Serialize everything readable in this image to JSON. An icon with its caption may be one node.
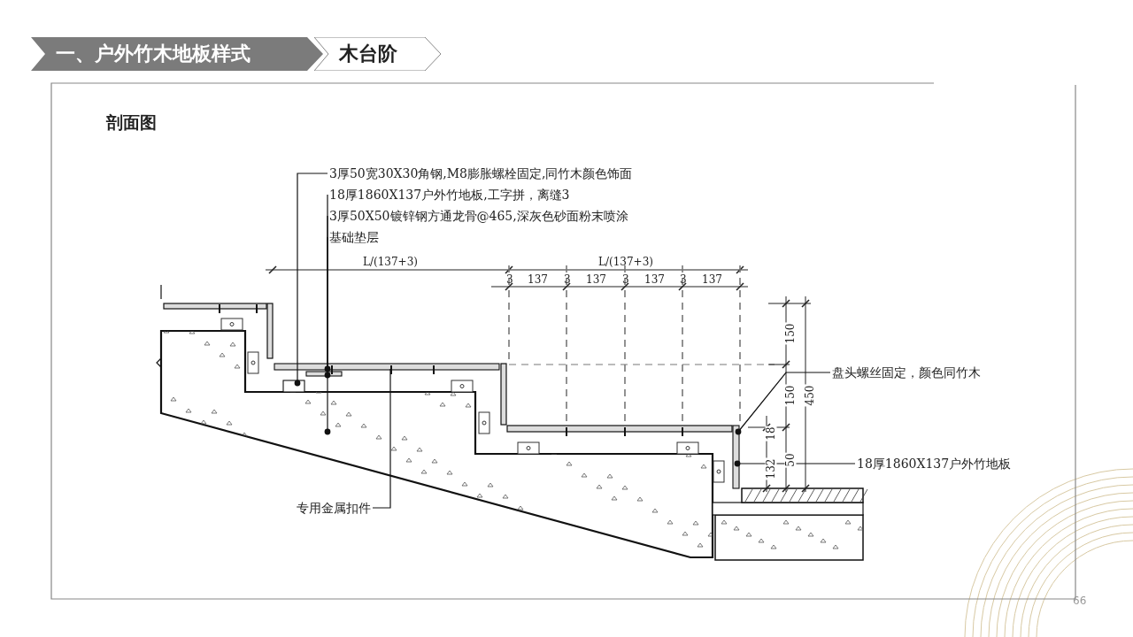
{
  "diagram": {
    "title": "剖面图",
    "nodes": [
      {
        "text": [
          "一、户外竹木地板样式"
        ]
      },
      {
        "text": [
          "木台阶"
        ]
      },
      {
        "text": [
          "3厚50宽30X30角钢,M8膨胀螺栓固定,同竹木颜色饰面"
        ]
      },
      {
        "text": [
          "18厚1860X137户外竹地板,工字拼，离缝3"
        ]
      },
      {
        "text": [
          "3厚50X50镀锌钢方通龙骨@465,深灰色砂面粉末喷涂"
        ]
      },
      {
        "text": [
          "基础垫层"
        ]
      },
      {
        "text": [
          "盘头螺丝固定，颜色同竹木"
        ]
      },
      {
        "text": [
          "18厚1860X137户外竹地板"
        ]
      },
      {
        "text": [
          "专用金属扣件"
        ]
      },
      {
        "text": [],
        "shape": "box"
      },
      {
        "text": [],
        "shape": "bar"
      },
      {
        "text": [],
        "shape": "bar"
      },
      {
        "text": [],
        "shape": "box"
      },
      {
        "text": [],
        "shape": "bar"
      }
    ],
    "edges": [
      {
        "from": 2,
        "to": 9,
        "arrow": "other"
      },
      {
        "from": 3,
        "to": 10,
        "arrow": "other"
      },
      {
        "from": 4,
        "to": 11,
        "arrow": "other"
      },
      {
        "from": 5,
        "to": 12,
        "arrow": "other"
      },
      {
        "from": 6,
        "to": 13,
        "arrow": "other"
      },
      {
        "from": 7,
        "to": 13,
        "arrow": "other"
      },
      {
        "from": 8,
        "to": 10,
        "arrow": "none"
      }
    ],
    "labels": [
      "L/(137+3)",
      "L/(137+3)",
      "3",
      "137",
      "3",
      "137",
      "3",
      "137",
      "3",
      "137",
      "150",
      "150",
      "450",
      "18",
      "132",
      "50",
      "66"
    ]
  }
}
